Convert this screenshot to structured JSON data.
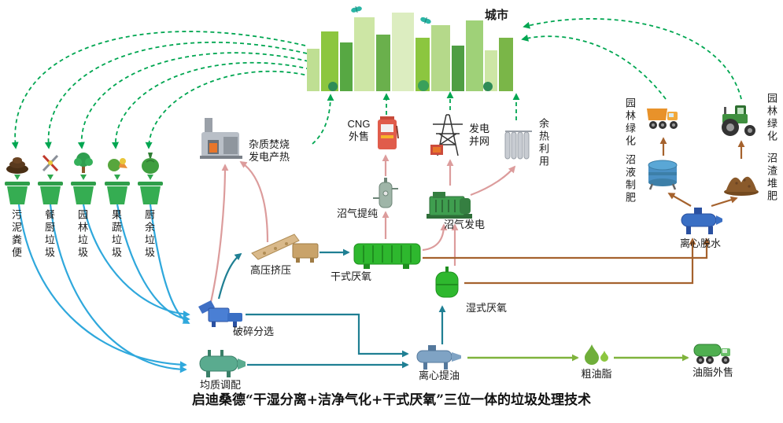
{
  "title": "启迪桑德“干湿分离+洁净气化+干式厌氧”三位一体的垃圾处理技术",
  "city": {
    "label": "城市"
  },
  "inputs": [
    {
      "label": "污泥粪便",
      "icon": "sludge-icon"
    },
    {
      "label": "餐厨垃圾",
      "icon": "utensils-icon"
    },
    {
      "label": "园林垃圾",
      "icon": "tree-icon"
    },
    {
      "label": "果蔬垃圾",
      "icon": "produce-icon"
    },
    {
      "label": "厨余垃圾",
      "icon": "waste-bag-icon"
    }
  ],
  "nodes": {
    "incineration": {
      "label": "杂质焚烧\n发电产热"
    },
    "cng_sale": {
      "label": "CNG\n外售"
    },
    "grid_connect": {
      "label": "发电\n并网"
    },
    "waste_heat": {
      "label": "余热利用"
    },
    "biogas_purify": {
      "label": "沼气提纯"
    },
    "biogas_power": {
      "label": "沼气发电"
    },
    "hp_extrusion": {
      "label": "高压挤压"
    },
    "dry_anaerobic": {
      "label": "干式厌氧"
    },
    "wet_anaerobic": {
      "label": "湿式厌氧"
    },
    "crushing": {
      "label": "破碎分选"
    },
    "homogenize": {
      "label": "均质调配"
    },
    "oil_extract": {
      "label": "离心提油"
    },
    "crude_grease": {
      "label": "粗油脂"
    },
    "grease_sale": {
      "label": "油脂外售"
    },
    "dewatering": {
      "label": "离心脱水"
    },
    "slurry_fertilizer": {
      "label": "沼液制肥"
    },
    "greening_left": {
      "label": "园林绿化"
    },
    "residue_compost": {
      "label": "沼渣堆肥"
    },
    "greening_right": {
      "label": "园林绿化"
    }
  },
  "colors": {
    "city_arrow_green": "#00a651",
    "input_arrow_blue": "#2fa8dc",
    "process_arrow_teal": "#1f7f93",
    "gas_arrow_pink": "#dc9c9c",
    "residue_arrow_brown": "#a5622d",
    "grease_arrow_olive": "#7fb33c"
  }
}
